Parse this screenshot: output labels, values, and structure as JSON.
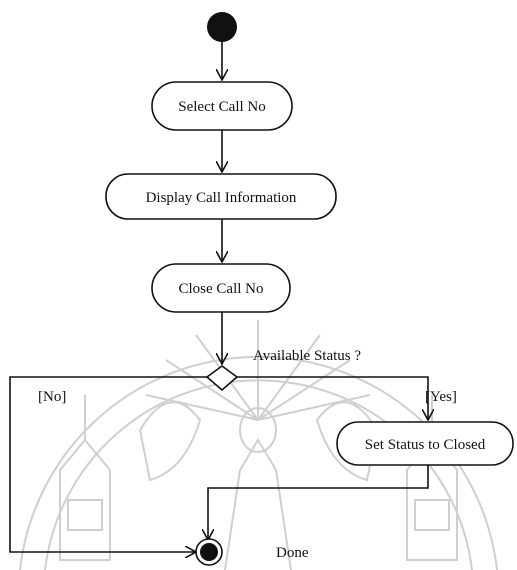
{
  "activities": {
    "select_call": "Select Call No",
    "display_info": "Display Call Information",
    "close_call": "Close Call No",
    "set_status": "Set Status to Closed"
  },
  "decision": {
    "question": "Available Status ?",
    "no_guard": "[No]",
    "yes_guard": "[Yes]"
  },
  "final": {
    "label": "Done"
  },
  "colors": {
    "ink": "#111111",
    "watermark": "#cfcfcf"
  }
}
